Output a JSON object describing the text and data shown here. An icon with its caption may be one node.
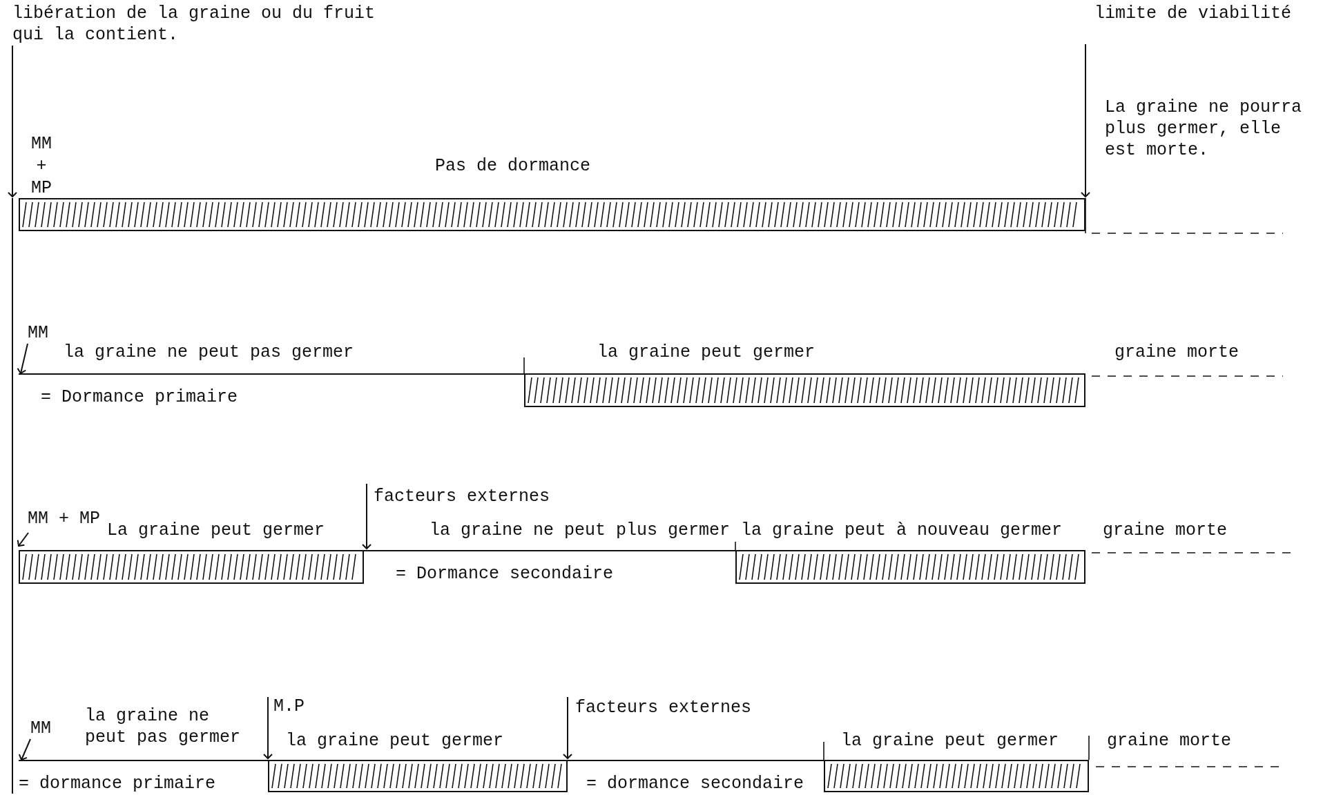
{
  "diagram": {
    "nodes": [
      {
        "text": [
          "libération de la graine ou du fruit qui la contient."
        ]
      },
      {
        "text": [
          "limite de viabilité"
        ]
      },
      {
        "text": [
          "Pas de dormance"
        ]
      },
      {
        "text": [
          "MM"
        ]
      },
      {
        "text": [
          "la graine ne peut pas germer",
          "= Dormance primaire"
        ]
      },
      {
        "text": [
          "la graine peut germer"
        ]
      },
      {
        "text": [
          "MM + MP"
        ]
      },
      {
        "text": [
          "La graine peut germer"
        ]
      },
      {
        "text": [
          "facteurs externes"
        ]
      },
      {
        "text": [
          "la graine ne peut plus germer",
          "= Dormance secondaire"
        ]
      },
      {
        "text": [
          "la graine peut à nouveau germer"
        ]
      },
      {
        "text": [
          "MM"
        ]
      },
      {
        "text": [
          "la graine ne peut pas germer",
          "= dormance primaire"
        ]
      },
      {
        "text": [
          "M.P"
        ]
      },
      {
        "text": [
          "la graine peut germer"
        ]
      },
      {
        "text": [
          "facteurs externes"
        ]
      },
      {
        "text": [
          "= dormance secondaire"
        ]
      },
      {
        "text": [
          "la graine peut germer"
        ]
      }
    ],
    "edges": [
      {
        "from": 0,
        "to": 2,
        "arrow": "to"
      },
      {
        "from": 1,
        "to": 2,
        "arrow": "to"
      },
      {
        "from": 3,
        "to": 4,
        "arrow": "to"
      },
      {
        "from": 6,
        "to": 7,
        "arrow": "to"
      },
      {
        "from": 8,
        "to": 9,
        "arrow": "to"
      },
      {
        "from": 11,
        "to": 12,
        "arrow": "to"
      },
      {
        "from": 13,
        "to": 14,
        "arrow": "to"
      },
      {
        "from": 15,
        "to": 16,
        "arrow": "to"
      }
    ],
    "labels": [
      "MM + MP",
      "La graine ne pourra plus germer, elle est morte.",
      "graine morte",
      "graine morte",
      "graine morte"
    ]
  }
}
